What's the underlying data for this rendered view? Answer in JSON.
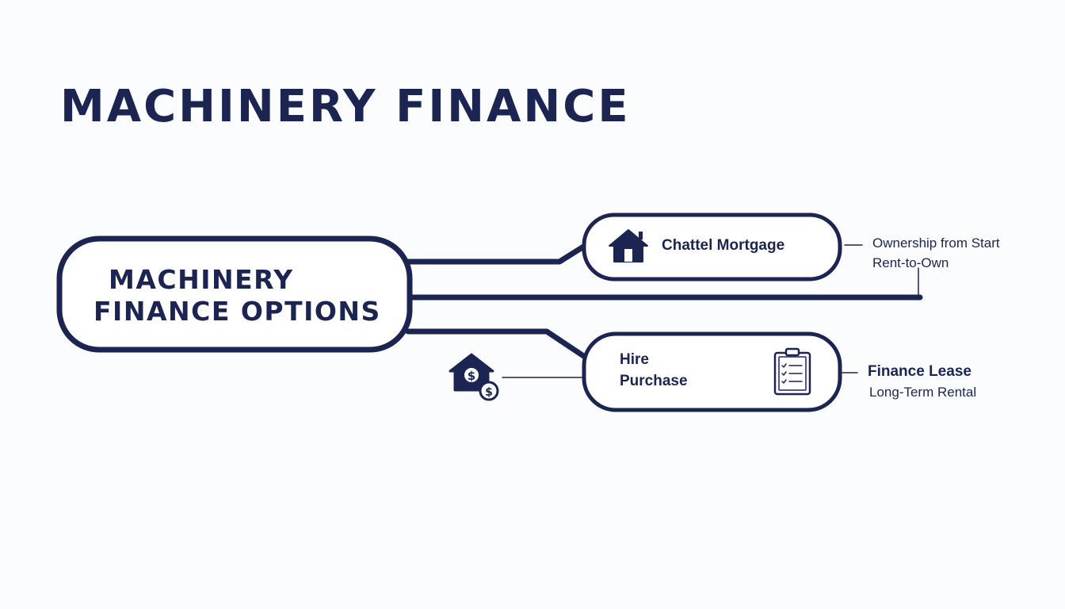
{
  "title": "MACHINERY FINANCE",
  "hub": {
    "line1": "MACHINERY",
    "line2": "FINANCE OPTIONS"
  },
  "nodes": {
    "chattel": {
      "label": "Chattel Mortgage",
      "icon": "house-icon"
    },
    "hire": {
      "line1": "Hire",
      "line2": "Purchase",
      "icon": "clipboard-checklist-icon"
    }
  },
  "notes": {
    "chattel_1": "Ownership from Start",
    "chattel_2": "Rent-to-Own",
    "lease_title": "Finance Lease",
    "lease_sub": "Long-Term Rental",
    "money_icon": "house-dollar-icon"
  },
  "colors": {
    "navy": "#1c2452",
    "background": "#fbfcfd"
  }
}
